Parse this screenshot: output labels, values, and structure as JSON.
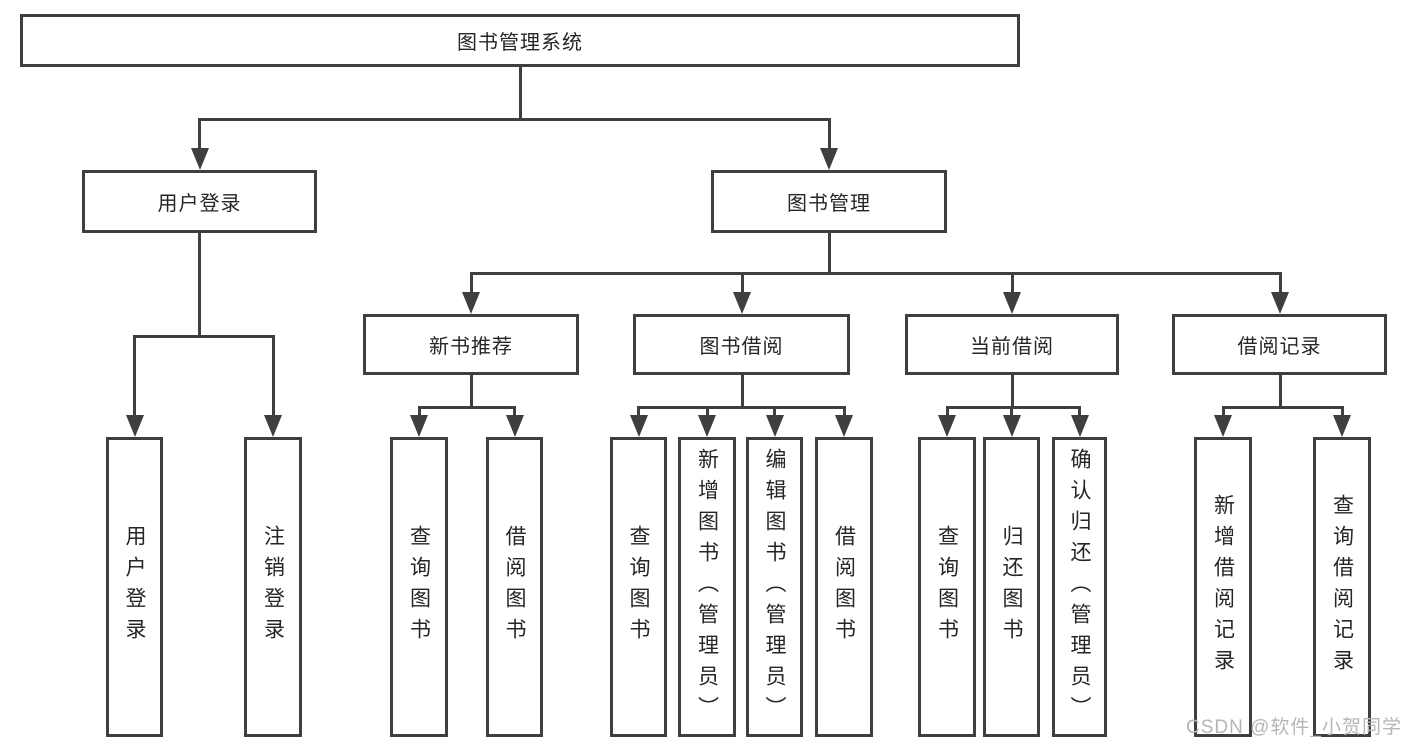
{
  "diagram": {
    "title": "图书管理系统",
    "level2": [
      {
        "label": "用户登录"
      },
      {
        "label": "图书管理"
      }
    ],
    "level3": [
      {
        "label": "新书推荐"
      },
      {
        "label": "图书借阅"
      },
      {
        "label": "当前借阅"
      },
      {
        "label": "借阅记录"
      }
    ],
    "leaves": [
      {
        "label": "用户登录"
      },
      {
        "label": "注销登录"
      },
      {
        "label": "查询图书"
      },
      {
        "label": "借阅图书"
      },
      {
        "label": "查询图书"
      },
      {
        "label": "新增图书（管理员）"
      },
      {
        "label": "编辑图书（管理员）"
      },
      {
        "label": "借阅图书"
      },
      {
        "label": "查询图书"
      },
      {
        "label": "归还图书"
      },
      {
        "label": "确认归还（管理员）"
      },
      {
        "label": "新增借阅记录"
      },
      {
        "label": "查询借阅记录"
      }
    ]
  },
  "watermark": "CSDN @软件_小贺同学",
  "colors": {
    "line": "#3f3f3f",
    "box_border": "#3f3f3f",
    "text": "#262626",
    "watermark": "#b6b6b6"
  }
}
